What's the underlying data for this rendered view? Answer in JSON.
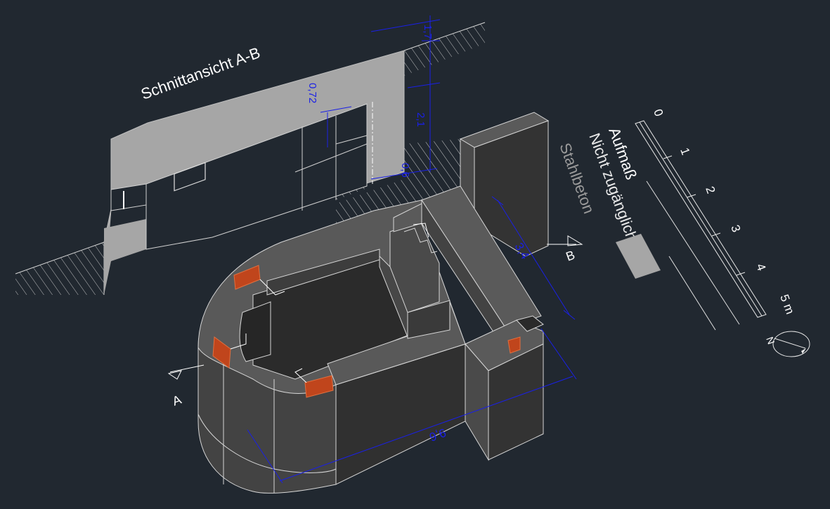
{
  "drawing": {
    "section_title": "Schnittansicht A-B",
    "legend": {
      "survey": "Aufmaß",
      "not_accessible": "Nicht zugänglich",
      "material": "Stahlbeton"
    },
    "scale_bar": {
      "ticks": [
        "0",
        "1",
        "2",
        "3",
        "4"
      ],
      "end_label": "5 m"
    },
    "north_label": "N",
    "section_markers": {
      "a": "A",
      "b": "B"
    },
    "dimensions": {
      "section_top": "1,7",
      "section_opening": "0,72",
      "section_height": "2,1",
      "section_wall": "0,6",
      "plan_width": "3,4",
      "plan_length": "9,6"
    }
  },
  "colors": {
    "background": "#212830",
    "section_fill": "#a6a6a6",
    "face_light": "#5a5a5a",
    "face_dark": "#303030",
    "face_mid": "#434343",
    "dimension": "#1a20e6",
    "embrasure": "#c0451c",
    "legend_swatch": "#a6a6a6"
  },
  "icons": [
    "north-arrow-icon",
    "section-arrow-icon",
    "hatch-pattern"
  ]
}
